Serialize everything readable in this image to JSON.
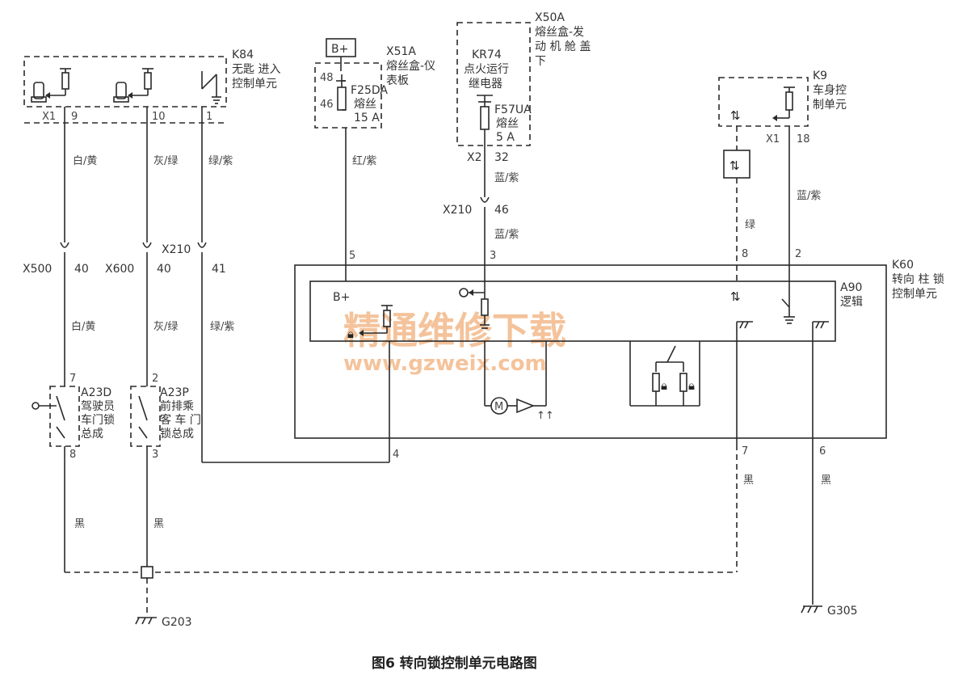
{
  "caption": "图6 转向锁控制单元电路图",
  "watermark": {
    "cn": "精通维修下载",
    "url": "www.gzweix.com"
  },
  "modules": {
    "k84": {
      "id": "K84",
      "name1": "无匙 进入",
      "name2": "控制单元",
      "conn": "X1",
      "pins": [
        "9",
        "10",
        "1"
      ]
    },
    "x51a": {
      "id": "X51A",
      "name1": "熔丝盒-仪",
      "name2": "表板",
      "bplus": "B+",
      "pin_in": "48",
      "pin_out": "46",
      "fuse": "F25DA",
      "fuse_w": "熔丝",
      "fuse_a": "15 A"
    },
    "x50a": {
      "id": "X50A",
      "name1": "熔丝盒-发",
      "name2": "动 机 舱 盖",
      "name3": "下",
      "relay": "KR74",
      "relay1": "点火运行",
      "relay2": "继电器",
      "fuse": "F57UA",
      "fuse_w": "熔丝",
      "fuse_a": "5 A",
      "conn": "X2",
      "pin": "32"
    },
    "k9": {
      "id": "K9",
      "name1": "车身控",
      "name2": "制单元",
      "conn": "X1",
      "pin": "18"
    },
    "k60": {
      "id": "K60",
      "name1": "转向 柱 锁",
      "name2": "控制单元",
      "bplus": "B+"
    },
    "a90": {
      "id": "A90",
      "name": "逻辑"
    },
    "a23d": {
      "id": "A23D",
      "name1": "驾驶员",
      "name2": "车门锁",
      "name3": "总成",
      "pin_top": "7",
      "pin_bot": "8"
    },
    "a23p": {
      "id": "A23P",
      "name1": "前排乘",
      "name2": "客 车 门",
      "name3": "锁总成",
      "pin_top": "2",
      "pin_bot": "3"
    }
  },
  "connectors": {
    "x210_top": {
      "id": "X210",
      "pin": "46"
    },
    "x500": {
      "id": "X500",
      "pin": "40"
    },
    "x600": {
      "id": "X600",
      "pin": "40"
    },
    "x210_left": {
      "id": "X210",
      "pin": "41"
    }
  },
  "wires": {
    "c1_top": "白/黄",
    "c2_top": "灰/绿",
    "c3_top": "绿/紫",
    "c1_mid": "白/黄",
    "c2_mid": "灰/绿",
    "c3_mid": "绿/紫",
    "red": "红/紫",
    "blue1": "蓝/紫",
    "blue2": "蓝/紫",
    "blue3": "蓝/紫",
    "green": "绿",
    "black1": "黑",
    "black2": "黑",
    "black3": "黑",
    "black4": "黑"
  },
  "pins": {
    "k60_5": "5",
    "k60_3": "3",
    "k60_8": "8",
    "k60_2": "2",
    "k60_4": "4",
    "k60_7": "7",
    "k60_6": "6"
  },
  "grounds": {
    "g203": "G203",
    "g305": "G305"
  },
  "icons": [
    "fuse-icon",
    "switch-icon",
    "ground-icon",
    "motor-icon",
    "lock-icon",
    "data-arrow-icon",
    "splice-icon"
  ]
}
